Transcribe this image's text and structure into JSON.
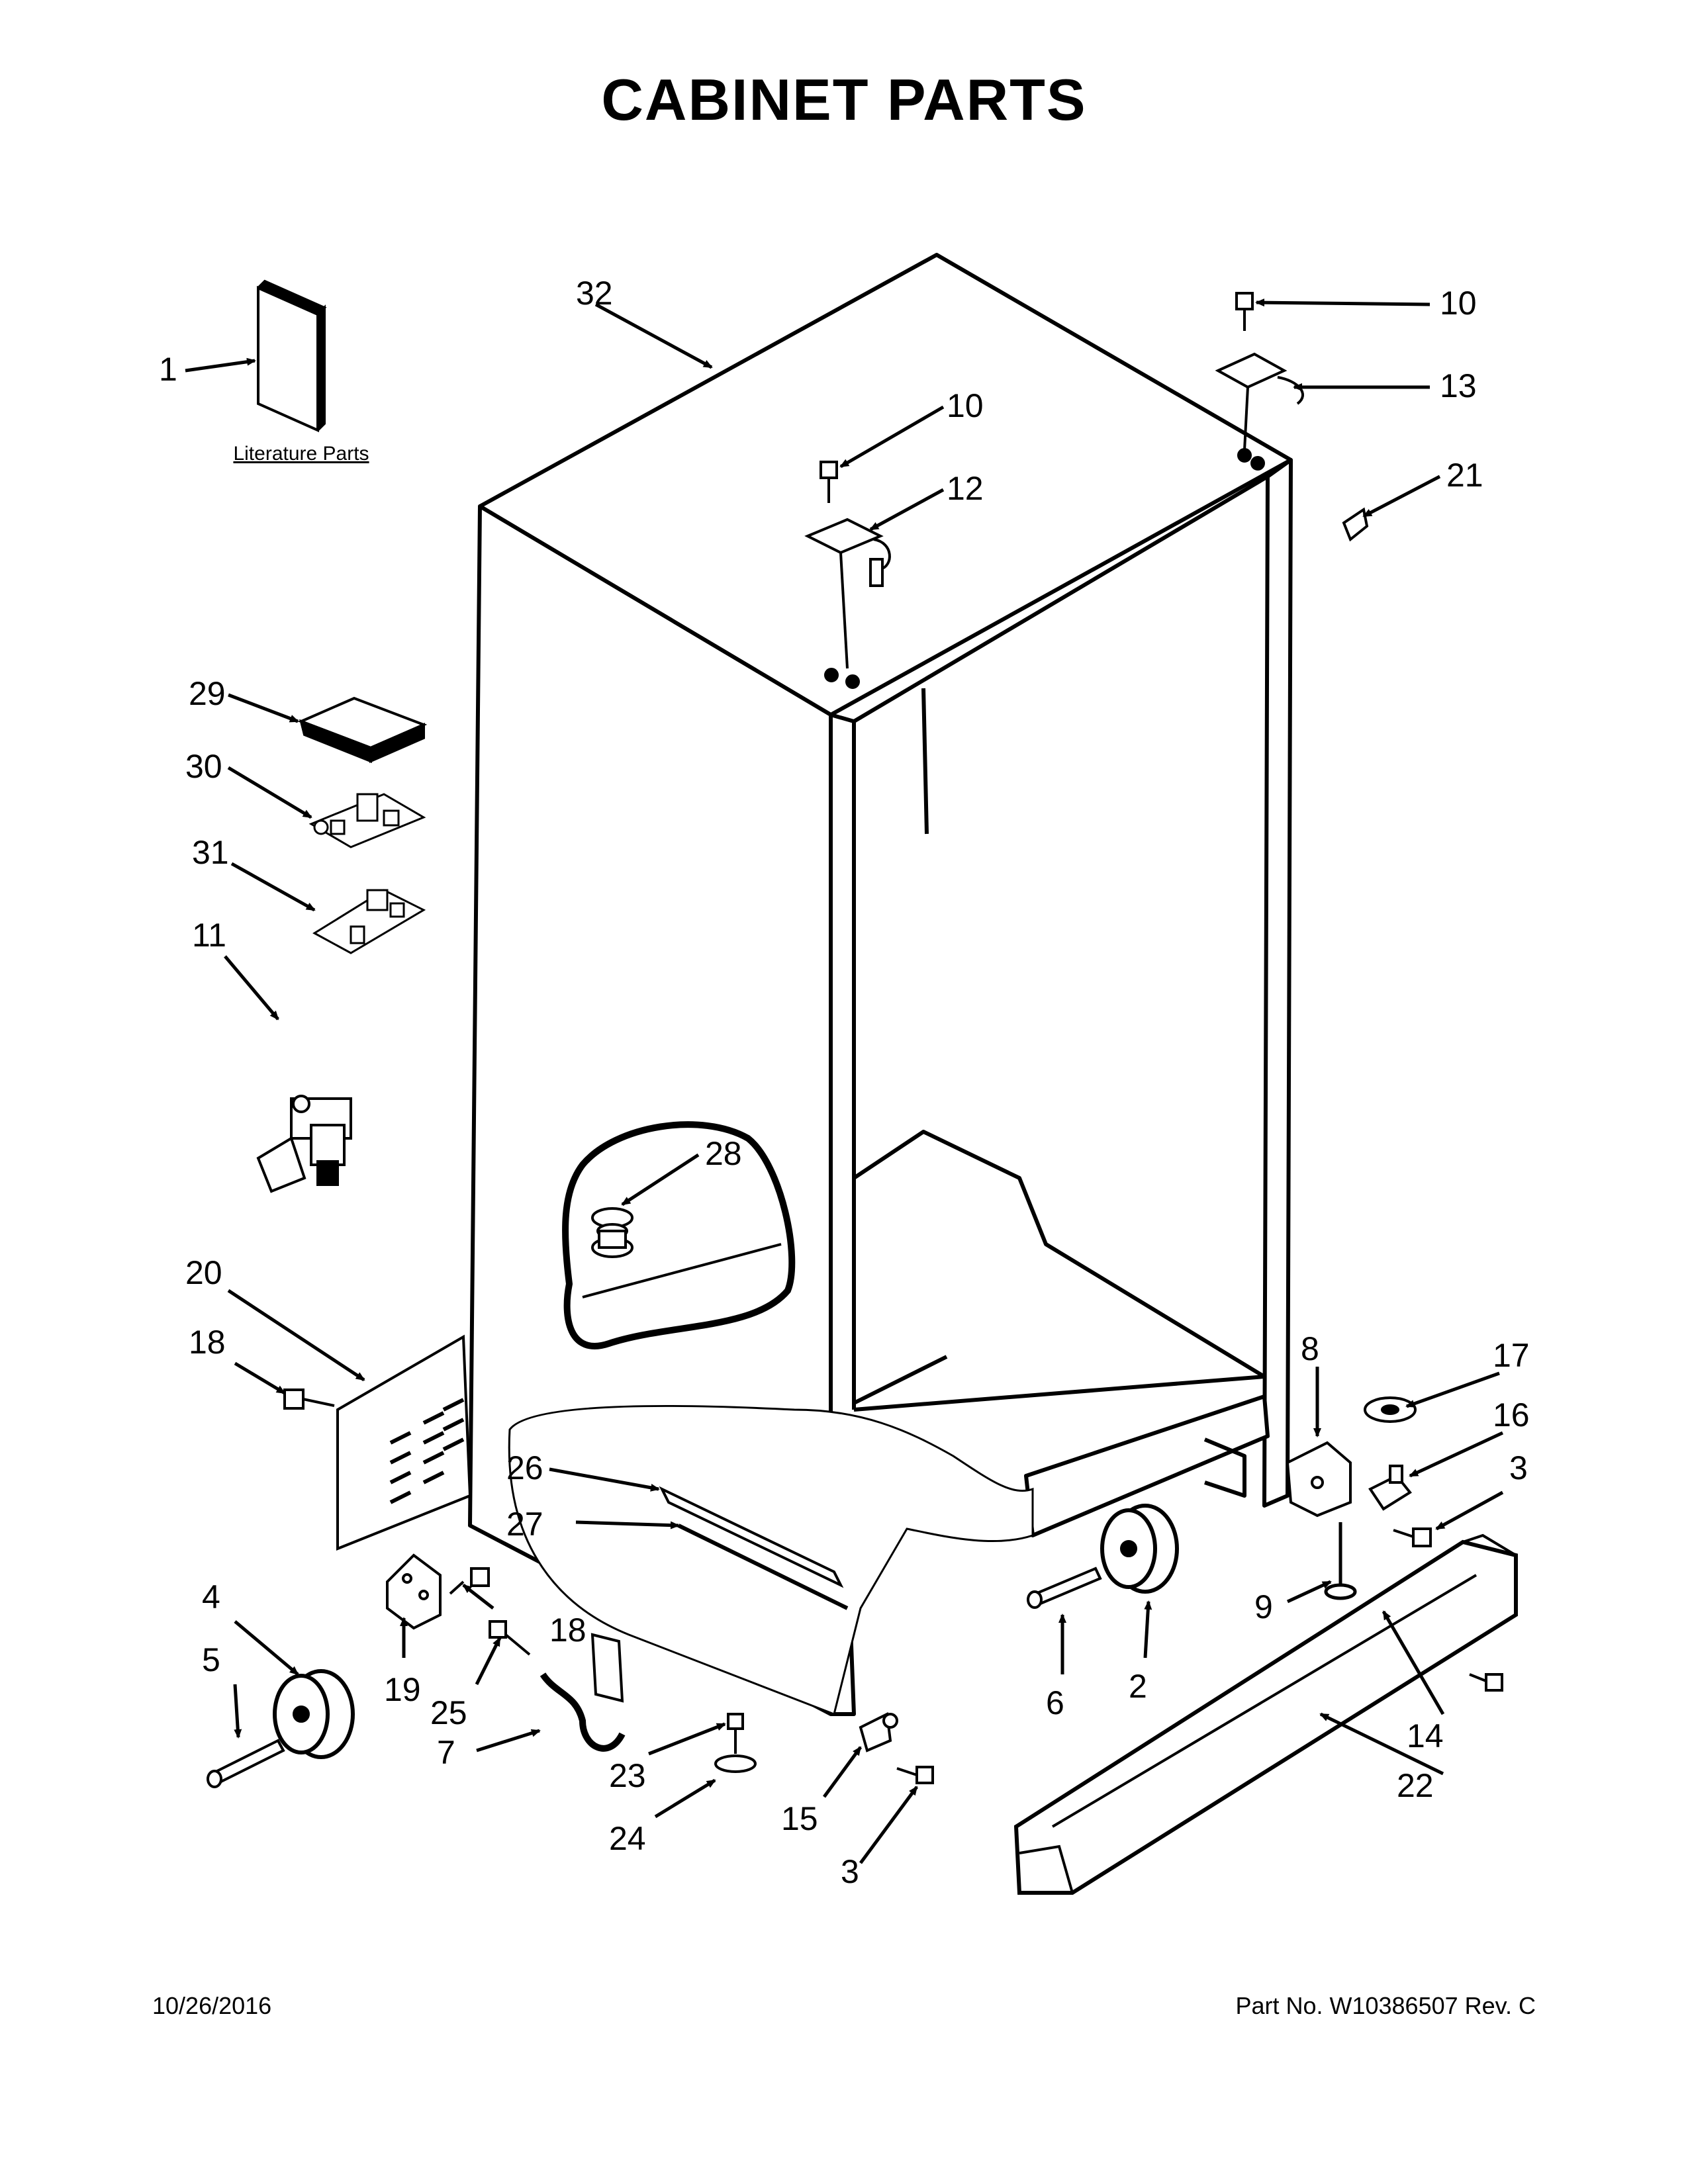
{
  "title": "CABINET PARTS",
  "literature_label": "Literature Parts",
  "footer": {
    "date": "10/26/2016",
    "part_number": "Part No.  W10386507  Rev.  C"
  },
  "callouts": [
    "1",
    "2",
    "3",
    "3",
    "4",
    "5",
    "6",
    "7",
    "8",
    "9",
    "10",
    "10",
    "11",
    "12",
    "13",
    "14",
    "15",
    "16",
    "17",
    "18",
    "18",
    "19",
    "20",
    "21",
    "22",
    "23",
    "24",
    "25",
    "26",
    "27",
    "28",
    "29",
    "30",
    "31",
    "32"
  ]
}
